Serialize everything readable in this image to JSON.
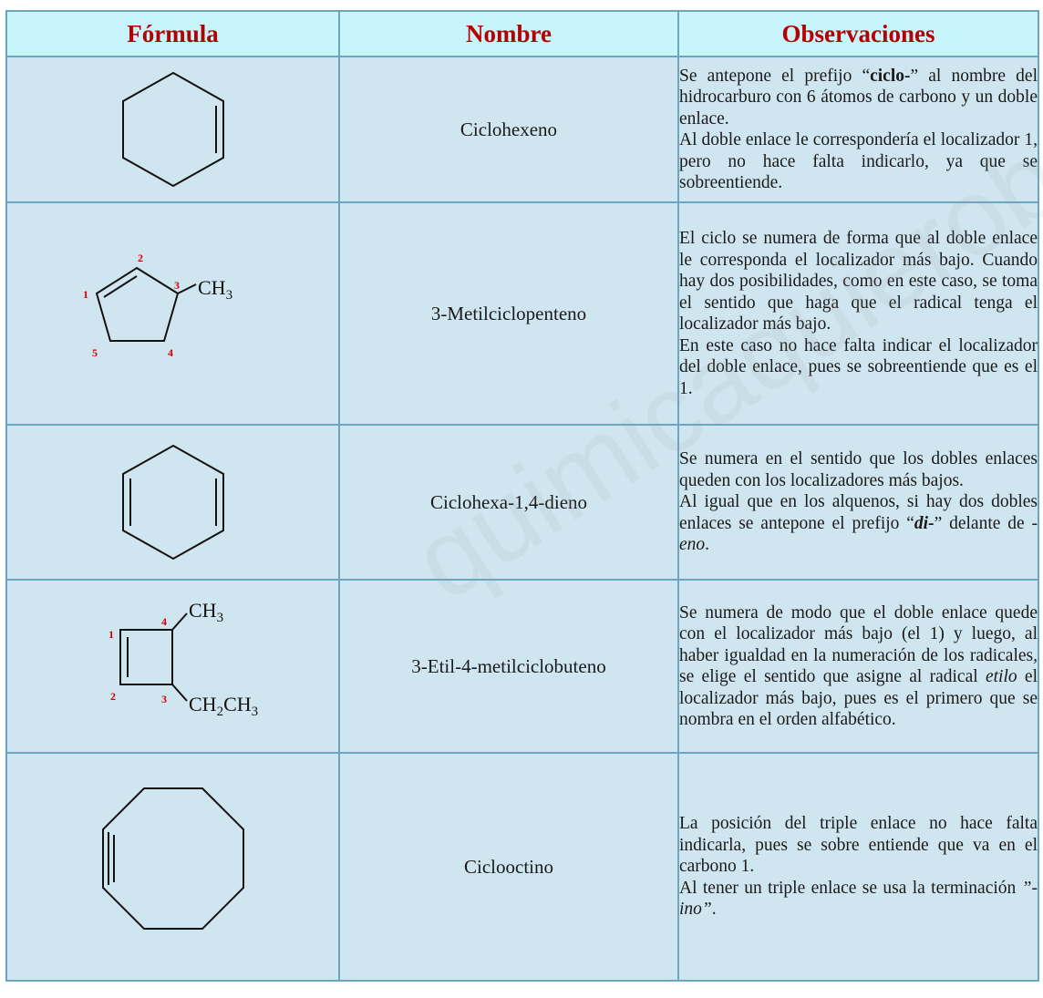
{
  "headers": {
    "formula": "Fórmula",
    "name": "Nombre",
    "observations": "Observaciones"
  },
  "rows": [
    {
      "name": "Ciclohexeno",
      "structure_icon": "cyclohexene-structure",
      "obs": [
        [
          "Se antepone el prefijo “",
          "ciclo-",
          "” al nombre del hidrocarburo con 6 átomos de carbono y un doble enlace."
        ],
        [
          "Al doble enlace le correspondería el localizador 1, pero no hace falta indicarlo, ya que se sobreentiende."
        ]
      ]
    },
    {
      "name": "3-Metilciclopenteno",
      "structure_icon": "methylcyclopentene-structure",
      "labels": {
        "c1": "1",
        "c2": "2",
        "c3": "3",
        "c4": "4",
        "c5": "5"
      },
      "group": {
        "main": "CH",
        "sub": "3"
      },
      "obs": [
        [
          "El ciclo se numera de forma que al doble enlace le corresponda el localizador más bajo. Cuando hay dos posibilidades, como en este caso, se toma el sentido que haga que el radical tenga el localizador más bajo."
        ],
        [
          "En este caso no hace falta indicar el localizador del doble enlace, pues se sobreentiende que es el 1."
        ]
      ]
    },
    {
      "name": "Ciclohexa-1,4-dieno",
      "structure_icon": "cyclohexadiene-structure",
      "obs": [
        [
          "Se numera en el sentido que los dobles enlaces queden con los localizadores más bajos."
        ],
        [
          "Al igual que en los alquenos, si hay dos dobles enlaces se antepone el prefijo “",
          "di-",
          "” delante de ",
          "-eno",
          "."
        ]
      ]
    },
    {
      "name": "3-Etil-4-metilciclobuteno",
      "structure_icon": "ethylmethylcyclobutene-structure",
      "labels": {
        "c1": "1",
        "c2": "2",
        "c3": "3",
        "c4": "4"
      },
      "group_top": {
        "main": "CH",
        "sub": "3"
      },
      "group_bottom": {
        "a": "CH",
        "sub_a": "2",
        "b": "CH",
        "sub_b": "3"
      },
      "obs": [
        [
          "Se numera de modo que el doble enlace quede con el localizador más bajo (el 1) y luego, al haber igualdad en la numeración de los radicales, se elige el sentido que asigne al radical ",
          "etilo",
          " el localizador más bajo, pues es el primero que se nombra en el orden alfabético."
        ]
      ]
    },
    {
      "name": "Ciclooctino",
      "structure_icon": "cyclooctyne-structure",
      "obs": [
        [
          "La posición del triple enlace no hace falta indicarla, pues se sobre entiende que va en el carbono 1."
        ],
        [
          "Al tener un triple enlace se usa la terminación ",
          "”-ino”",
          "."
        ]
      ]
    }
  ],
  "watermark": "quimicaquierobaquero.es"
}
